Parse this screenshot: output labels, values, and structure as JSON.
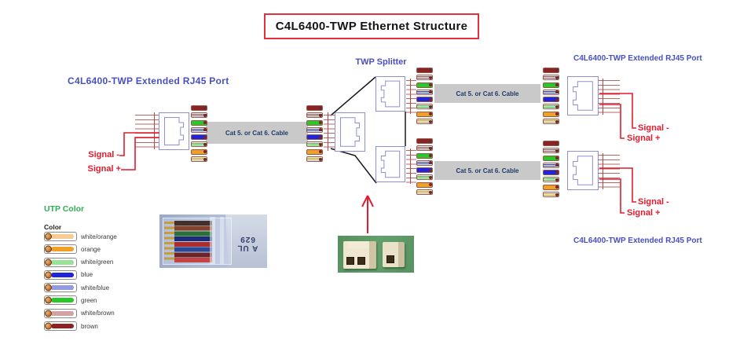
{
  "title": "C4L6400-TWP Ethernet Structure",
  "labels": {
    "extended_port": "C4L6400-TWP Extended RJ45 Port",
    "splitter": "TWP Splitter",
    "cable": "Cat 5. or Cat 6. Cable",
    "signal_minus": "Signal -",
    "signal_plus": "Signal +"
  },
  "legend": {
    "title": "UTP Color",
    "heading": "Color",
    "items": [
      {
        "label": "white/orange",
        "style": "striped",
        "color": "#e89a28"
      },
      {
        "label": "orange",
        "style": "solid",
        "color": "#f0a028"
      },
      {
        "label": "white/green",
        "style": "striped",
        "color": "#2ec82e"
      },
      {
        "label": "blue",
        "style": "solid",
        "color": "#2024dc"
      },
      {
        "label": "white/blue",
        "style": "striped",
        "color": "#2434c8"
      },
      {
        "label": "green",
        "style": "solid",
        "color": "#28c828"
      },
      {
        "label": "white/brown",
        "style": "striped",
        "color": "#a04848"
      },
      {
        "label": "brown",
        "style": "solid",
        "color": "#8a2424"
      }
    ]
  },
  "wire_order_top_to_bottom": [
    "brown",
    "white/brown",
    "green",
    "white/blue",
    "blue",
    "white/green",
    "orange",
    "white/orange"
  ],
  "photo": {
    "cable_print": "A UL 629"
  },
  "colors": {
    "label_blue": "#4850c0",
    "signal_red": "#e41b2e",
    "legend_green": "#2fae53",
    "cable_gray": "#c9c9c9",
    "jack_outline": "#9090d0",
    "title_border_red": "#e23040",
    "splitter_line_black": "#181818"
  }
}
